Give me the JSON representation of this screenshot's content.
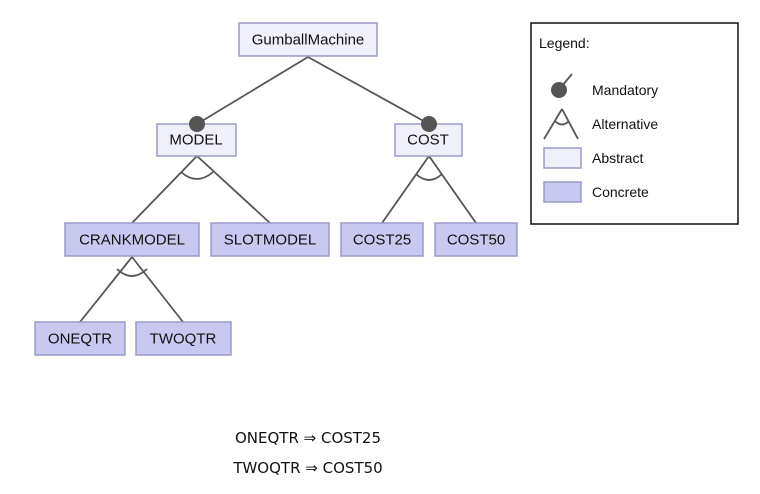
{
  "features": {
    "root": "GumballMachine",
    "model": "MODEL",
    "cost": "COST",
    "crankmodel": "CRANKMODEL",
    "slotmodel": "SLOTMODEL",
    "cost25": "COST25",
    "cost50": "COST50",
    "oneqtr": "ONEQTR",
    "twoqtr": "TWOQTR"
  },
  "legend": {
    "title": "Legend:",
    "mandatory": "Mandatory",
    "alternative": "Alternative",
    "abstract": "Abstract",
    "concrete": "Concrete"
  },
  "constraints": [
    "ONEQTR ⇒ COST25",
    "TWOQTR ⇒ COST50"
  ],
  "colors": {
    "abstract_fill": "#f0f0fa",
    "concrete_fill": "#c8c8f0",
    "node_border": "#9a9ac8",
    "edge": "#555555"
  }
}
